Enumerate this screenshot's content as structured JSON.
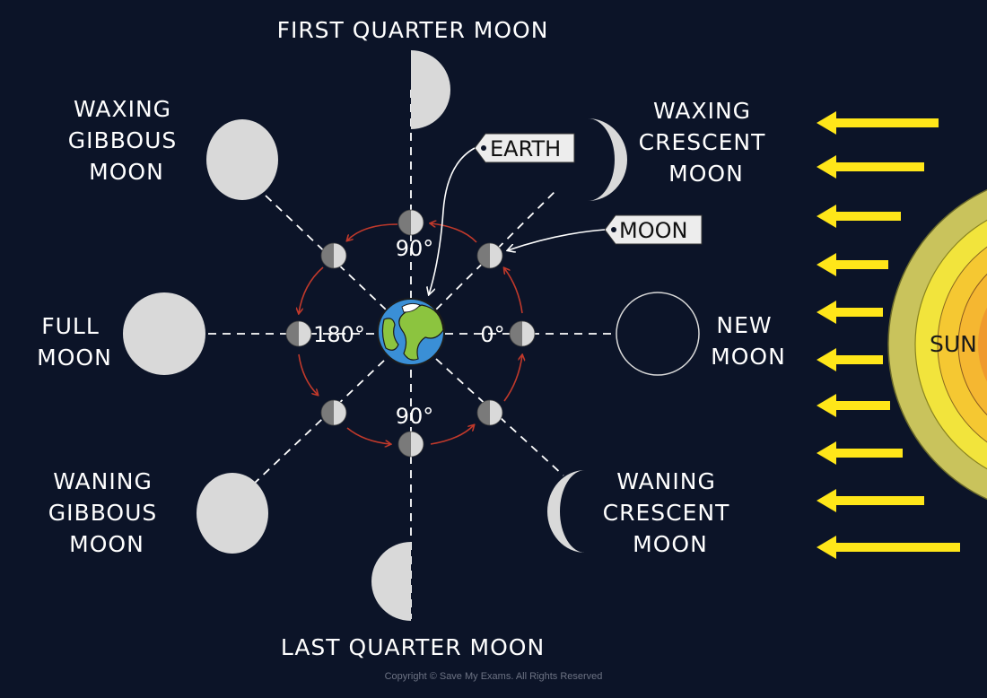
{
  "labels": {
    "first_quarter": "FIRST QUARTER MOON",
    "last_quarter": "LAST QUARTER MOON",
    "waxing_gibbous": [
      "WAXING",
      "GIBBOUS",
      "MOON"
    ],
    "waxing_crescent": [
      "WAXING",
      "CRESCENT",
      "MOON"
    ],
    "full_moon": [
      "FULL",
      "MOON"
    ],
    "new_moon": [
      "NEW",
      "MOON"
    ],
    "waning_gibbous": [
      "WANING",
      "GIBBOUS",
      "MOON"
    ],
    "waning_crescent": [
      "WANING",
      "CRESCENT",
      "MOON"
    ],
    "sun": "SUN"
  },
  "callouts": {
    "earth": "EARTH",
    "moon": "MOON"
  },
  "angles": {
    "top": "90°",
    "bottom": "90°",
    "left": "180°",
    "right": "0°"
  },
  "copyright": "Copyright © Save My Exams. All Rights Reserved",
  "colors": {
    "background": "#0c1428",
    "moon_lit": "#d9d9d9",
    "moon_dark": "#7a7a7a",
    "orbit_arrow": "#c0392b",
    "sun_outer": "#c9c35c",
    "sun_mid": "#f2e43c",
    "sun_inner": "#f5b731",
    "sun_core": "#ef9a2e",
    "ray": "#ffe619",
    "earth_ocean": "#3a8fd6",
    "earth_land": "#8cc43f"
  }
}
